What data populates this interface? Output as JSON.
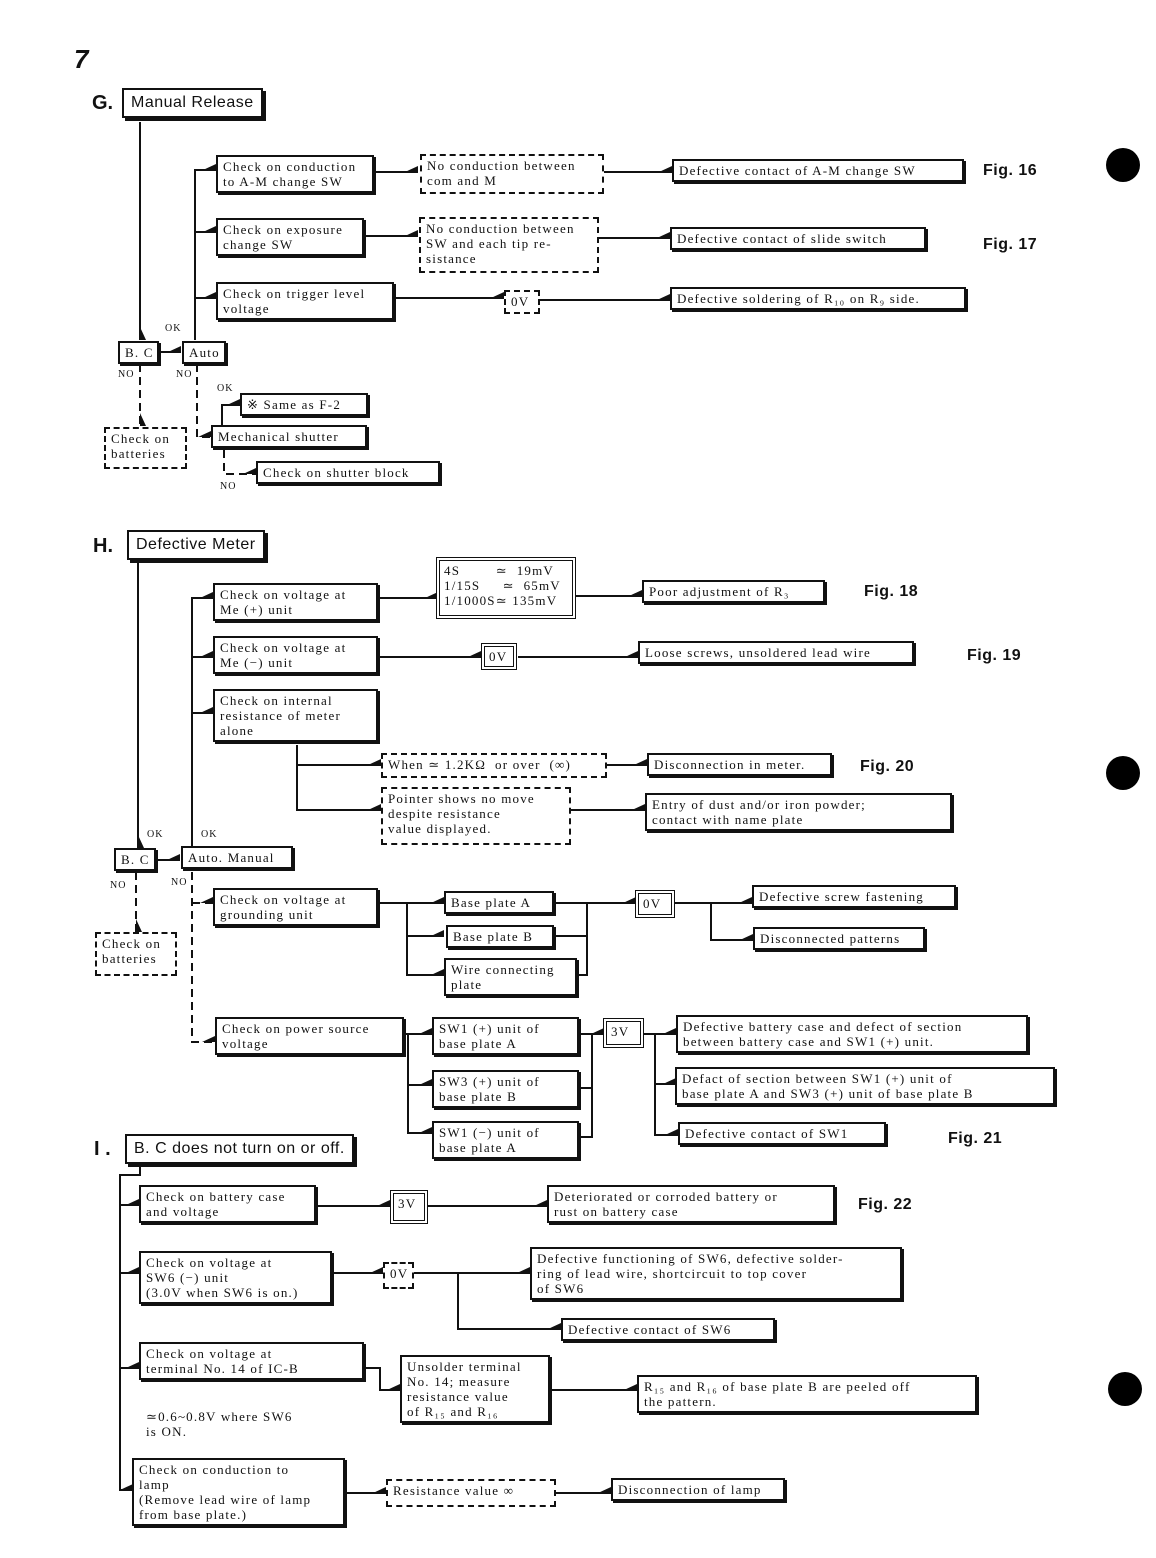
{
  "page_number": "7",
  "sections": {
    "G": {
      "letter": "G.",
      "title": "Manual Release",
      "bc": "B. C",
      "auto": "Auto",
      "ok": "OK",
      "no": "NO",
      "check_batteries": "Check on\nbatteries",
      "checks": [
        {
          "check": "Check on conduction\nto A-M change SW",
          "condition": "No conduction between\ncom and M",
          "result": "Defective contact of A-M change SW",
          "fig": "Fig. 16"
        },
        {
          "check": "Check on exposure\nchange SW",
          "condition": "No conduction between\nSW and each tip re-\nsistance",
          "result": "Defective contact of slide switch",
          "fig": "Fig. 17"
        },
        {
          "check": "Check on trigger level\nvoltage",
          "condition": "0V",
          "result": "Defective soldering of R₁₀ on R₉ side."
        }
      ],
      "mechanical_shutter": "Mechanical shutter",
      "same_as": "※ Same as F-2",
      "shutter_block": "Check on shutter block"
    },
    "H": {
      "letter": "H.",
      "title": "Defective Meter",
      "bc": "B. C",
      "auto_manual": "Auto. Manual",
      "ok": "OK",
      "no": "NO",
      "check_batteries": "Check on\nbatteries",
      "me_plus": {
        "check": "Check on voltage at\nMe (+) unit",
        "values": "4S        ≃  19mV\n1/15S     ≃  65mV\n1/1000S≃ 135mV",
        "result": "Poor adjustment of R₃",
        "fig": "Fig. 18"
      },
      "me_minus": {
        "check": "Check on voltage at\nMe (−) unit",
        "condition": "0V",
        "result": "Loose screws, unsoldered lead wire",
        "fig": "Fig. 19"
      },
      "internal": {
        "check": "Check on internal\nresistance of meter\nalone",
        "cond1": "When ≃ 1.2KΩ  or over  (∞)",
        "result1": "Disconnection in meter.",
        "fig": "Fig. 20",
        "cond2": "Pointer shows no move\ndespite resistance\nvalue displayed.",
        "result2": "Entry of dust and/or iron powder;\ncontact with name plate"
      },
      "grounding": {
        "check": "Check on voltage at\ngrounding unit",
        "plates": [
          "Base plate A",
          "Base plate B",
          "Wire connecting\nplate"
        ],
        "condition": "0V",
        "results": [
          "Defective screw fastening",
          "Disconnected patterns"
        ]
      },
      "power": {
        "check": "Check on power source\nvoltage",
        "units": [
          "SW1 (+) unit of\nbase plate A",
          "SW3 (+) unit of\nbase plate B",
          "SW1 (−) unit of\nbase plate A"
        ],
        "condition": "3V",
        "results": [
          "Defective battery case and defect of section\nbetween battery case and SW1 (+) unit.",
          "Defact of section between SW1 (+) unit of\nbase plate A and SW3 (+) unit of base plate B",
          "Defective contact of SW1"
        ],
        "fig": "Fig. 21"
      }
    },
    "I": {
      "letter": "I .",
      "title": "B. C does not turn on or off.",
      "battery": {
        "check": "Check on battery case\nand voltage",
        "condition": "3V",
        "result": "Deteriorated or corroded battery or\nrust on battery case",
        "fig": "Fig. 22"
      },
      "sw6": {
        "check": "Check on voltage at\nSW6 (−) unit\n(3.0V when SW6 is on.)",
        "condition": "0V",
        "result1": "Defective functioning of SW6, defective solder-\nring of lead wire, shortcircuit to top cover\nof SW6",
        "result2": "Defective contact of SW6"
      },
      "ic": {
        "check": "Check on voltage at\nterminal No. 14 of IC-B",
        "note": "≃0.6~0.8V where SW6\nis ON.",
        "action": "Unsolder terminal\nNo. 14; measure\nresistance value\nof R₁₅ and R₁₆",
        "result": "R₁₅ and R₁₆ of base plate B are peeled off\nthe pattern."
      },
      "lamp": {
        "check": "Check on conduction to\nlamp\n(Remove lead wire of lamp\nfrom base plate.)",
        "condition": "Resistance value ∞",
        "result": "Disconnection of lamp"
      }
    }
  }
}
